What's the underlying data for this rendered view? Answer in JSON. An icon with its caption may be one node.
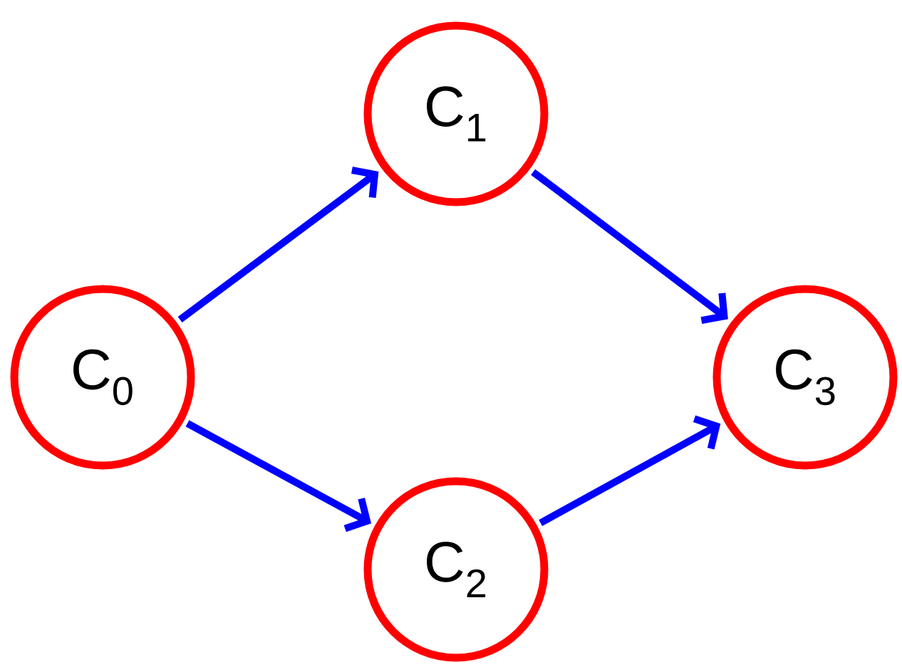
{
  "diagram": {
    "nodes": [
      {
        "text": [
          "C$_{0}$"
        ]
      },
      {
        "text": [
          "C$_{1}$"
        ]
      },
      {
        "text": [
          "C$_{2}$"
        ]
      },
      {
        "text": [
          "C$_{3}$"
        ]
      }
    ],
    "edges": [
      {
        "from": 0,
        "to": 1,
        "arrow": "to"
      },
      {
        "from": 0,
        "to": 2,
        "arrow": "to"
      },
      {
        "from": 1,
        "to": 3,
        "arrow": "to"
      },
      {
        "from": 2,
        "to": 3,
        "arrow": "to"
      }
    ]
  }
}
